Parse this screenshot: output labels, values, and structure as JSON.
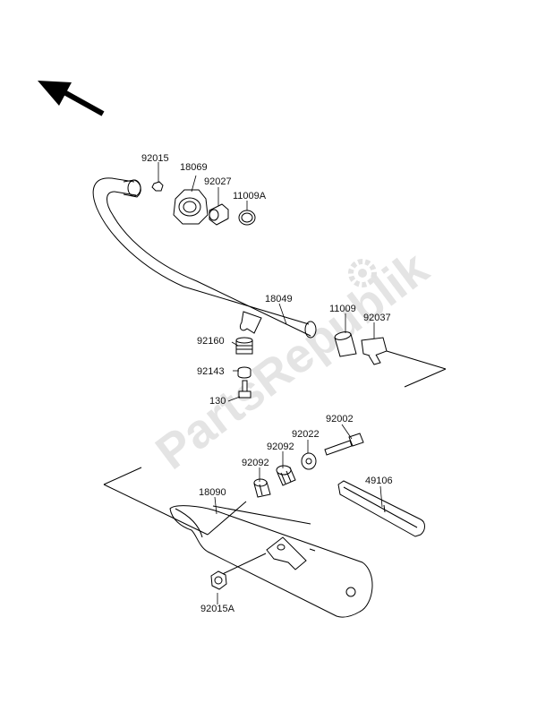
{
  "watermark": "PartsRepublik",
  "icons": {
    "direction": "direction-arrow-icon",
    "watermark_gear": "gear-icon"
  },
  "labels": {
    "p92015": "92015",
    "p18069": "18069",
    "p92027": "92027",
    "p11009A": "11009A",
    "p18049": "18049",
    "p11009": "11009",
    "p92037": "92037",
    "p92160": "92160",
    "p92143": "92143",
    "p130": "130",
    "p92002": "92002",
    "p92022": "92022",
    "p92092a": "92092",
    "p92092b": "92092",
    "p49106": "49106",
    "p18090": "18090",
    "p92015A": "92015A"
  }
}
